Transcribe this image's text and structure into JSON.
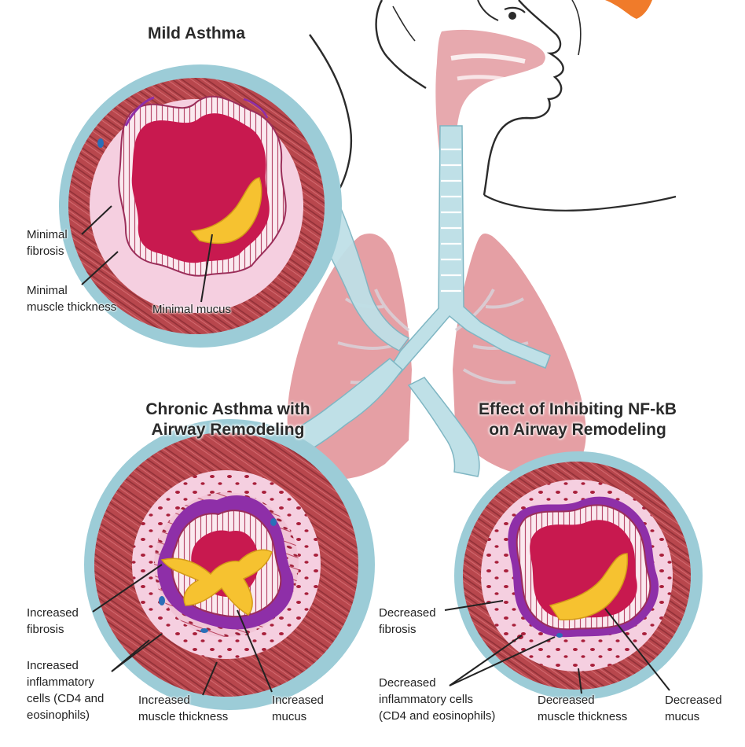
{
  "colors": {
    "skin_line": "#2b2b2b",
    "trachea_blue": "#bfe0e7",
    "lung_pink": "#e2959a",
    "airway_outer_blue": "#8ec5d1",
    "muscle_red": "#b8474d",
    "tissue_pink": "#f5cfe0",
    "lumen_crimson": "#c8194f",
    "mucus_yellow": "#f6c230",
    "fibrosis_purple": "#8e2fa8",
    "orange_accent": "#f07b2a"
  },
  "panels": {
    "mild": {
      "title": "Mild Asthma",
      "labels": {
        "fibrosis": [
          "Minimal",
          "fibrosis"
        ],
        "muscle": [
          "Minimal",
          "muscle thickness"
        ],
        "mucus": [
          "Minimal mucus"
        ]
      }
    },
    "chronic": {
      "title": [
        "Chronic Asthma with",
        "Airway Remodeling"
      ],
      "labels": {
        "fibrosis": [
          "Increased",
          "fibrosis"
        ],
        "cells": [
          "Increased",
          "inflammatory",
          "cells (CD4 and",
          "eosinophils)"
        ],
        "muscle": [
          "Increased",
          "muscle thickness"
        ],
        "mucus": [
          "Increased",
          "mucus"
        ]
      }
    },
    "nfkb": {
      "title": [
        "Effect of Inhibiting NF-kB",
        "on Airway Remodeling"
      ],
      "labels": {
        "fibrosis": [
          "Decreased",
          "fibrosis"
        ],
        "cells": [
          "Decreased",
          "inflammatory cells",
          "(CD4 and eosinophils)"
        ],
        "muscle": [
          "Decreased",
          "muscle thickness"
        ],
        "mucus": [
          "Decreased",
          "mucus"
        ]
      }
    }
  }
}
